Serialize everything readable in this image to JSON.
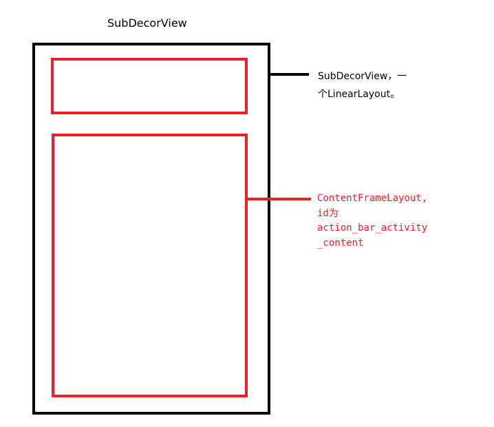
{
  "title": "SubDecorView",
  "colors": {
    "outline": "#000000",
    "accent": "#e8202a"
  },
  "outer_label": {
    "lines": [
      "SubDecorView，一",
      "个LinearLayout。"
    ]
  },
  "content_label": {
    "lines": [
      "ContentFrameLayout,",
      "id为",
      "action_bar_activity",
      "_content"
    ]
  }
}
